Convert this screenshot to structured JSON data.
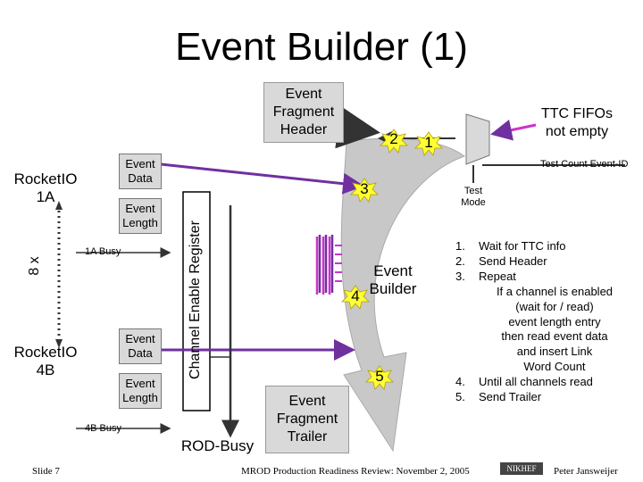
{
  "title": "Event Builder (1)",
  "blocks": {
    "fragment_header": "Event Fragment Header",
    "event_data": "Event Data",
    "event_length": "Event Length",
    "fragment_trailer": "Event Fragment Trailer",
    "channel_enable_register": "Channel Enable Register",
    "event_builder": "Event Builder"
  },
  "labels": {
    "rocketio_1a": "RocketIO 1A",
    "rocketio_4b": "RocketIO 4B",
    "busy_1a": "1A Busy",
    "busy_4b": "4B Busy",
    "multiplicity": "8 x",
    "rod_busy": "ROD-Busy",
    "ttc_fifos": "TTC FIFOs not empty",
    "test_count": "Test Count Event-ID",
    "test_mode": "Test Mode"
  },
  "markers": [
    "1",
    "2",
    "3",
    "4",
    "5"
  ],
  "steps": [
    {
      "num": "1.",
      "text": "Wait for TTC info"
    },
    {
      "num": "2.",
      "text": "Send Header"
    },
    {
      "num": "3.",
      "text": "Repeat"
    },
    {
      "num": "",
      "text": "If a channel is enabled"
    },
    {
      "num": "",
      "text": "(wait for / read)"
    },
    {
      "num": "",
      "text": "event length entry"
    },
    {
      "num": "",
      "text": "then read event data"
    },
    {
      "num": "",
      "text": "and insert Link"
    },
    {
      "num": "",
      "text": "Word Count"
    },
    {
      "num": "4.",
      "text": "Until all channels read"
    },
    {
      "num": "5.",
      "text": "Send Trailer"
    }
  ],
  "footer": {
    "slide": "Slide 7",
    "review": "MROD Production Readiness Review: November 2, 2005",
    "logo": "NIKHEF",
    "author": "Peter Jansweijer"
  },
  "colors": {
    "arrow_purple": "#7030a0",
    "arrow_magenta": "#cc33cc",
    "curve": "#c8c8c8",
    "star": "#ffff33"
  }
}
